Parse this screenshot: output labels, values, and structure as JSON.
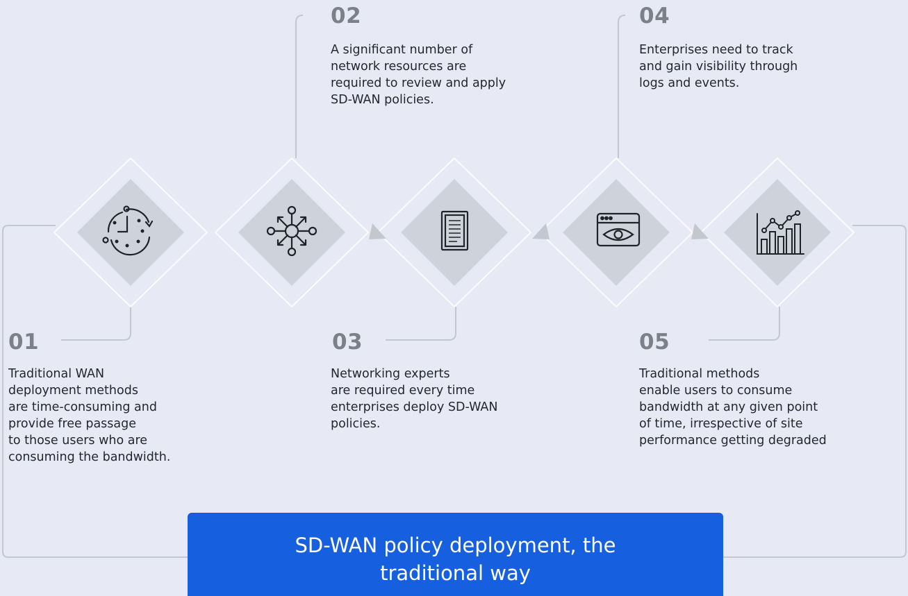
{
  "steps": [
    {
      "number": "01",
      "text": "Traditional WAN\ndeployment methods\nare time-consuming and\nprovide free passage\nto those users who are\nconsuming the bandwidth.",
      "icon": "clock-cycle-icon"
    },
    {
      "number": "02",
      "text": "A significant number of\nnetwork resources are\nrequired to review and apply\nSD-WAN policies.",
      "icon": "network-hub-icon"
    },
    {
      "number": "03",
      "text": "Networking experts\nare required every time\nenterprises deploy SD-WAN\npolicies.",
      "icon": "document-icon"
    },
    {
      "number": "04",
      "text": "Enterprises need to track\nand gain visibility through\nlogs and events.",
      "icon": "browser-eye-icon"
    },
    {
      "number": "05",
      "text": "Traditional methods\nenable users to consume\nbandwidth at any given point\nof time, irrespective of site\nperformance getting degraded",
      "icon": "analytics-chart-icon"
    }
  ],
  "banner": {
    "title": "SD-WAN policy deployment, the\ntraditional way"
  },
  "colors": {
    "background": "#e7eaf4",
    "diamond": "#cdd2db",
    "connector": "#c3c7d0",
    "number": "#7b8089",
    "banner": "#1660e0"
  }
}
